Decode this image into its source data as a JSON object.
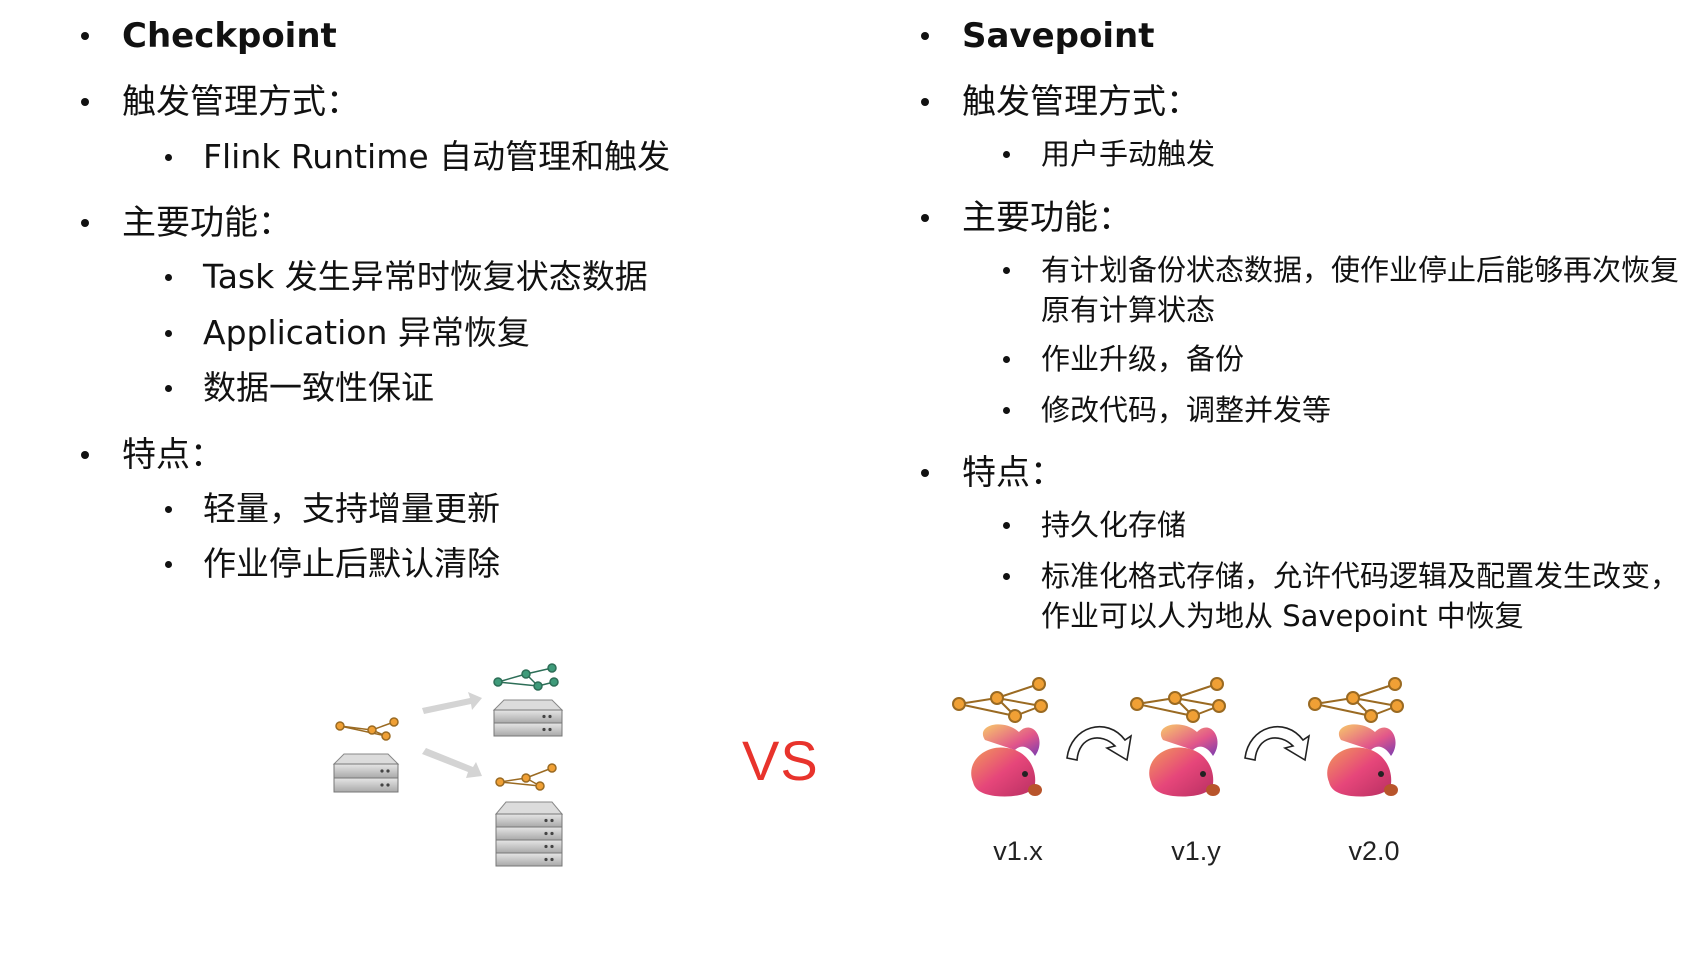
{
  "checkpoint": {
    "title": "Checkpoint",
    "trigger_heading": "触发管理方式：",
    "trigger_items": [
      "Flink Runtime 自动管理和触发"
    ],
    "function_heading": "主要功能：",
    "function_items": [
      "Task 发生异常时恢复状态数据",
      "Application 异常恢复",
      "数据一致性保证"
    ],
    "feature_heading": "特点：",
    "feature_items": [
      "轻量，支持增量更新",
      "作业停止后默认清除"
    ]
  },
  "savepoint": {
    "title": "Savepoint",
    "trigger_heading": "触发管理方式：",
    "trigger_items": [
      "用户手动触发"
    ],
    "function_heading": "主要功能：",
    "function_items": [
      "有计划备份状态数据，使作业停止后能够再次恢复原有计算状态",
      "作业升级，备份",
      "修改代码，调整并发等"
    ],
    "feature_heading": "特点：",
    "feature_items": [
      "持久化存储",
      "标准化格式存储，允许代码逻辑及配置发生改变，作业可以人为地从 Savepoint 中恢复"
    ]
  },
  "vs_label": "VS",
  "versions": [
    "v1.x",
    "v1.y",
    "v2.0"
  ],
  "colors": {
    "vs": "#e8332c",
    "graph_orange": "#f0a035",
    "graph_green": "#3f9b7a",
    "server_gray": "#b8b8b8",
    "arrow_gray": "#d4d4d4"
  },
  "icons": [
    "server-icon",
    "dag-graph-icon",
    "flink-squirrel-icon",
    "curved-arrow-icon"
  ]
}
